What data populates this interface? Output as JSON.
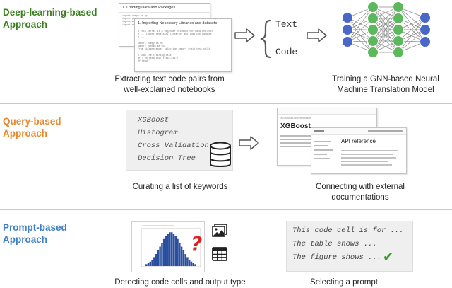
{
  "sections": {
    "deep": {
      "title_line1": "Deep-learning-based",
      "title_line2": "Approach",
      "color": "#3a7d1e",
      "notebook_back_title": "1. Loading Data and Packages",
      "notebook_front_title": "1. Importing Necessary Libraries and datasets",
      "text_label": "Text",
      "code_label": "Code",
      "caption1_line1": "Extracting text code pairs from",
      "caption1_line2": "well-explained notebooks",
      "caption2_line1": "Training a GNN-based Neural",
      "caption2_line2": "Machine Translation Model"
    },
    "query": {
      "title_line1": "Query-based",
      "title_line2": "Approach",
      "color": "#e8872b",
      "keywords": [
        "XGBoost",
        "Histogram",
        "Cross Validation",
        "Decision Tree"
      ],
      "doc_back_label": "XGBoost Documentation",
      "doc_back_title": "XGBoost",
      "doc_front_heading": "API reference",
      "caption1": "Curating a list of keywords",
      "caption2_line1": "Connecting with external",
      "caption2_line2": "documentations"
    },
    "prompt": {
      "title_line1": "Prompt-based",
      "title_line2": "Approach",
      "color": "#3f7fc4",
      "prompt_lines": [
        "This code cell is for ...",
        "The table shows ...",
        "The figure shows ..."
      ],
      "question_mark": "?",
      "check_mark": "✔",
      "caption1": "Detecting code cells and output type",
      "caption2": "Selecting a prompt"
    }
  },
  "colors": {
    "nn_blue": "#4a67c8",
    "nn_green": "#5cb85c",
    "question_red": "#e02020",
    "check_green": "#3a9a2a",
    "histogram_blue": "#2b4fa0"
  }
}
